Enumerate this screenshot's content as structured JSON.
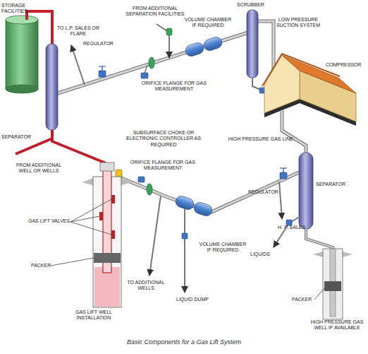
{
  "diagram": {
    "caption": "Basic Components for a Gas Lift System",
    "labels": [
      "STORAGE FACILITIES",
      "TO L.P. SALES OR FLARE",
      "FROM ADDITIONAL SEPARATION FACILITIES",
      "REGULATOR",
      "VOLUME CHAMBER IF REQUIRED",
      "ORIFICE FLANGE FOR GAS MEASUREMENT",
      "SCRUBBER",
      "LOW PRESSURE SUCTION SYSTEM",
      "COMPRESSOR",
      "SEPARATOR",
      "FROM ADDITIONAL WELL OR WELLS",
      "SUBSURFACE CHOKE OR ELECTRONIC CONTROLLER AS REQUIRED",
      "ORIFICE FLANGE FOR GAS MEASUREMENT",
      "HIGH PRESSURE GAS LINE",
      "SEPARATOR",
      "REGULATOR",
      "H. P. SALES",
      "VOLUME CHAMBER IF REQUIRED",
      "GAS LIFT VALVES",
      "PACKER",
      "LIQUIDS",
      "TO ADDITIONAL WELLS",
      "LIQUID DUMP",
      "GAS LIFT WELL INSTALLATION",
      "PACKER",
      "HIGH PRESSURE GAS WELL IF AVAILABLE"
    ]
  }
}
